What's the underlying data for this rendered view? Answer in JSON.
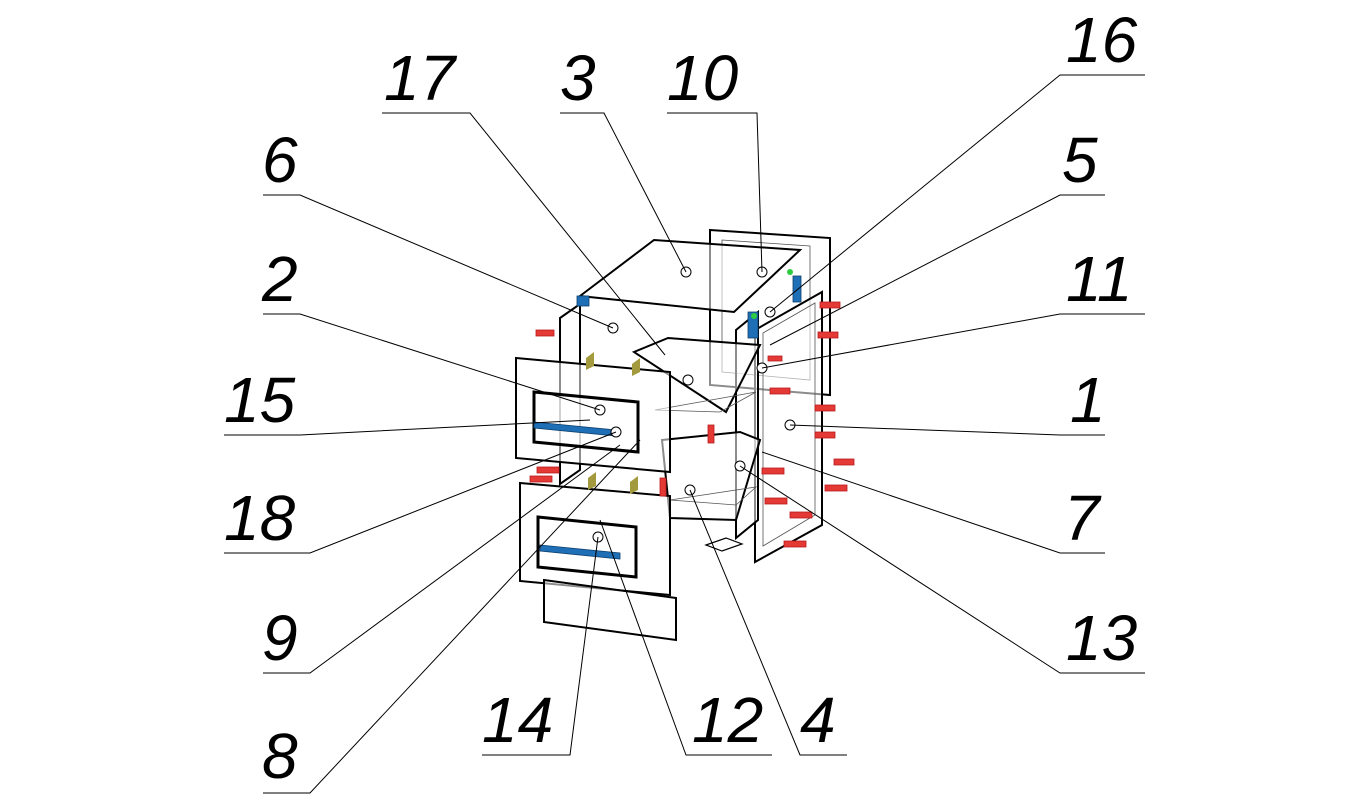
{
  "callouts": [
    {
      "id": "17",
      "label": "17"
    },
    {
      "id": "3",
      "label": "3"
    },
    {
      "id": "10",
      "label": "10"
    },
    {
      "id": "16",
      "label": "16"
    },
    {
      "id": "6",
      "label": "6"
    },
    {
      "id": "5",
      "label": "5"
    },
    {
      "id": "2",
      "label": "2"
    },
    {
      "id": "11",
      "label": "11"
    },
    {
      "id": "15",
      "label": "15"
    },
    {
      "id": "1",
      "label": "1"
    },
    {
      "id": "18",
      "label": "18"
    },
    {
      "id": "7",
      "label": "7"
    },
    {
      "id": "9",
      "label": "9"
    },
    {
      "id": "13",
      "label": "13"
    },
    {
      "id": "14",
      "label": "14"
    },
    {
      "id": "12",
      "label": "12"
    },
    {
      "id": "4",
      "label": "4"
    },
    {
      "id": "8",
      "label": "8"
    }
  ],
  "colors": {
    "ink": "#000000",
    "fastener_red": "#e53935",
    "handle_blue": "#1e6fb5",
    "marker_green": "#2ecc40",
    "guide_olive": "#a39a3d"
  }
}
